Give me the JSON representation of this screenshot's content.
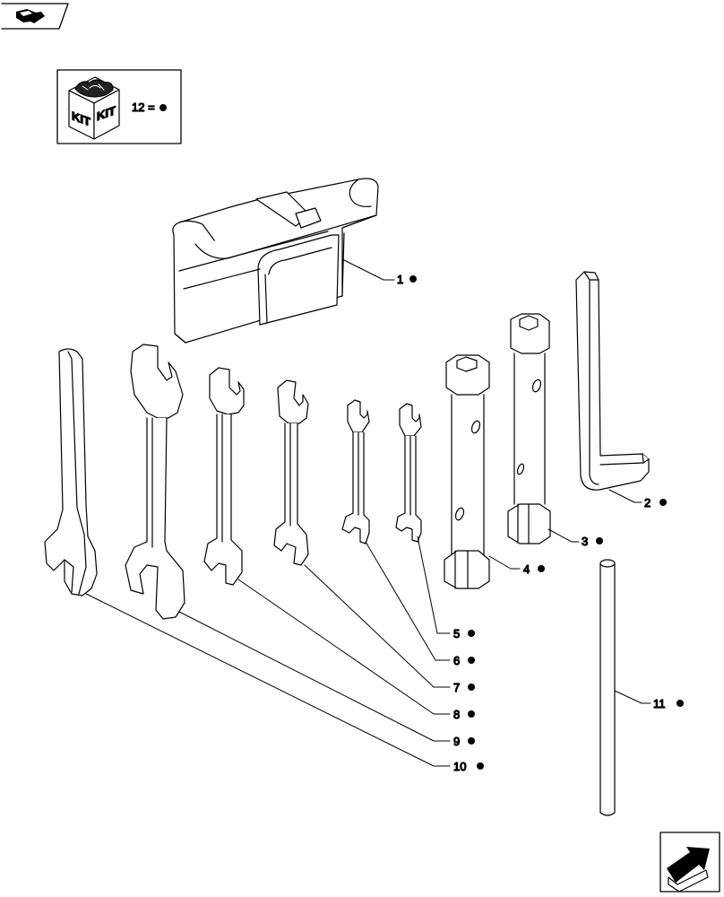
{
  "nav_back": {
    "icon": "book-back-icon"
  },
  "nav_next": {
    "icon": "next-page-arrow-icon"
  },
  "kit": {
    "badge_word_left": "KIT",
    "badge_word_right": "KIT",
    "legend_text": "12 =",
    "icon": "kit-box-icon"
  },
  "callouts": [
    {
      "id": "1",
      "label": "1"
    },
    {
      "id": "2",
      "label": "2"
    },
    {
      "id": "3",
      "label": "3"
    },
    {
      "id": "4",
      "label": "4"
    },
    {
      "id": "5",
      "label": "5"
    },
    {
      "id": "6",
      "label": "6"
    },
    {
      "id": "7",
      "label": "7"
    },
    {
      "id": "8",
      "label": "8"
    },
    {
      "id": "9",
      "label": "9"
    },
    {
      "id": "10",
      "label": "10"
    },
    {
      "id": "11",
      "label": "11"
    }
  ]
}
